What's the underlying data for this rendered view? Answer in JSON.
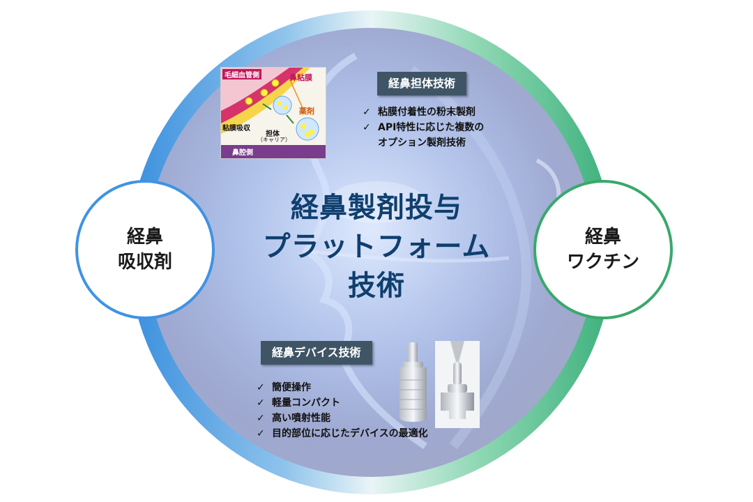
{
  "title": {
    "line1": "経鼻製剤投与",
    "line2": "プラットフォーム",
    "line3": "技術"
  },
  "left_circle": {
    "line1": "経鼻",
    "line2": "吸収剤"
  },
  "right_circle": {
    "line1": "経鼻",
    "line2": "ワクチン"
  },
  "carrier": {
    "heading": "経鼻担体技術",
    "items": [
      "粘膜付着性の粉末製剤",
      "API特性に応じた複数の",
      "オプション製剤技術"
    ]
  },
  "device": {
    "heading": "経鼻デバイス技術",
    "items": [
      "簡便操作",
      "軽量コンパクト",
      "高い噴射性能",
      "目的部位に応じたデバイスの最適化"
    ]
  },
  "illustration": {
    "capillary": "毛細血管側",
    "mucosa": "鼻粘膜",
    "drug": "薬剤",
    "absorption": "粘膜吸収",
    "carrier": "担体",
    "carrier_sub": "（キャリア）",
    "nasal": "鼻腔側"
  },
  "check_mark": "✓",
  "colors": {
    "ring_left": "#3a8fde",
    "ring_right": "#3db07c",
    "title": "#0f3f6e",
    "label_bg": "#3f5566"
  }
}
